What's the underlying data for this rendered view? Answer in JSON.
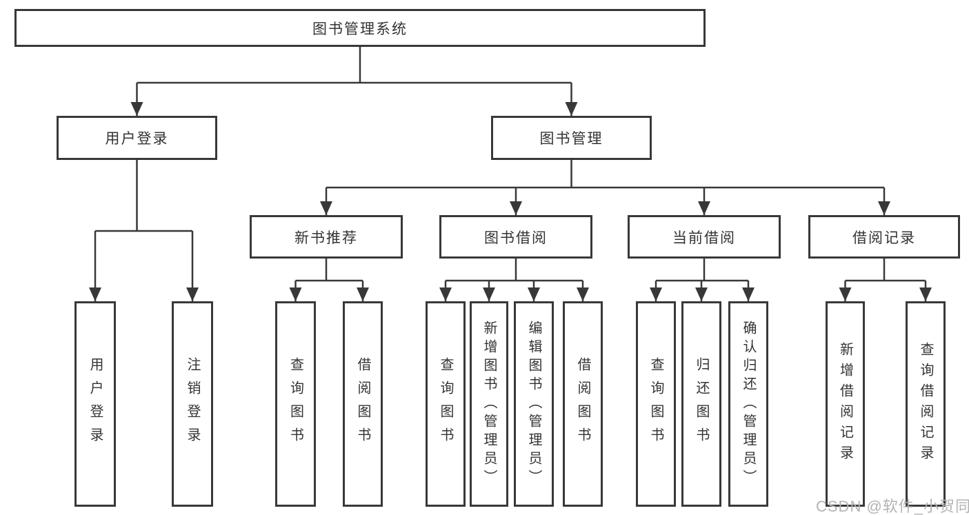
{
  "diagram": {
    "watermark": "CSDN @软件_小贺同学",
    "colors": {
      "line": "#383838",
      "box_border": "#383838",
      "box_fill": "#ffffff",
      "text": "#333333",
      "watermark": "#b3b3b3",
      "background": "#ffffff"
    },
    "tree": {
      "label": "图书管理系统",
      "children": [
        {
          "label": "用户登录",
          "children": [
            {
              "label": "用户登录"
            },
            {
              "label": "注销登录"
            }
          ]
        },
        {
          "label": "图书管理",
          "children": [
            {
              "label": "新书推荐",
              "children": [
                {
                  "label": "查询图书"
                },
                {
                  "label": "借阅图书"
                }
              ]
            },
            {
              "label": "图书借阅",
              "children": [
                {
                  "label": "查询图书"
                },
                {
                  "label": "新增图书（管理员）"
                },
                {
                  "label": "编辑图书（管理员）"
                },
                {
                  "label": "借阅图书"
                }
              ]
            },
            {
              "label": "当前借阅",
              "children": [
                {
                  "label": "查询图书"
                },
                {
                  "label": "归还图书"
                },
                {
                  "label": "确认归还（管理员）"
                }
              ]
            },
            {
              "label": "借阅记录",
              "children": [
                {
                  "label": "新增借阅记录"
                },
                {
                  "label": "查询借阅记录"
                }
              ]
            }
          ]
        }
      ]
    }
  }
}
